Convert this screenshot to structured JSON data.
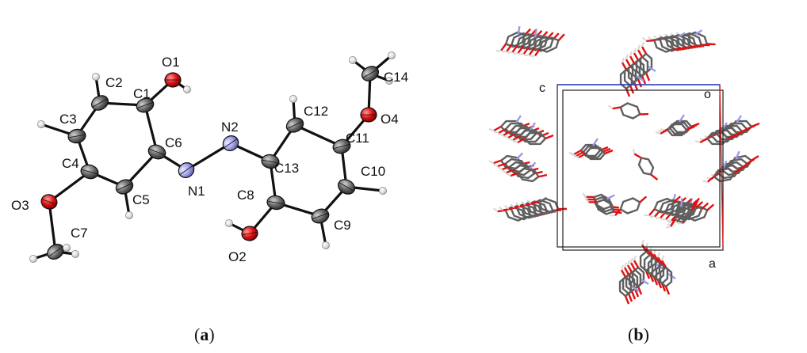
{
  "panel_a": {
    "caption_letter": "a",
    "atoms": [
      {
        "id": "C1",
        "element": "C"
      },
      {
        "id": "C2",
        "element": "C"
      },
      {
        "id": "C3",
        "element": "C"
      },
      {
        "id": "C4",
        "element": "C"
      },
      {
        "id": "C5",
        "element": "C"
      },
      {
        "id": "C6",
        "element": "C"
      },
      {
        "id": "C7",
        "element": "C"
      },
      {
        "id": "C8",
        "element": "C"
      },
      {
        "id": "C9",
        "element": "C"
      },
      {
        "id": "C10",
        "element": "C"
      },
      {
        "id": "C11",
        "element": "C"
      },
      {
        "id": "C12",
        "element": "C"
      },
      {
        "id": "C13",
        "element": "C"
      },
      {
        "id": "C14",
        "element": "C"
      },
      {
        "id": "N1",
        "element": "N"
      },
      {
        "id": "N2",
        "element": "N"
      },
      {
        "id": "O1",
        "element": "O"
      },
      {
        "id": "O2",
        "element": "O"
      },
      {
        "id": "O3",
        "element": "O"
      },
      {
        "id": "O4",
        "element": "O"
      }
    ],
    "labels": [
      "O1",
      "C2",
      "C1",
      "C3",
      "C6",
      "N2",
      "C12",
      "O4",
      "C14",
      "C11",
      "C4",
      "C13",
      "C10",
      "N1",
      "O3",
      "C5",
      "C8",
      "C7",
      "C9",
      "O2"
    ]
  },
  "panel_b": {
    "caption_letter": "b",
    "axis_labels": {
      "c": "c",
      "o": "o",
      "a": "a"
    }
  },
  "colors": {
    "carbon": "#5f5f5f",
    "oxygen": "#e01010",
    "nitrogen": "#9a9ae8",
    "hydrogen": "#d8d8d8",
    "bond": "#111111"
  }
}
